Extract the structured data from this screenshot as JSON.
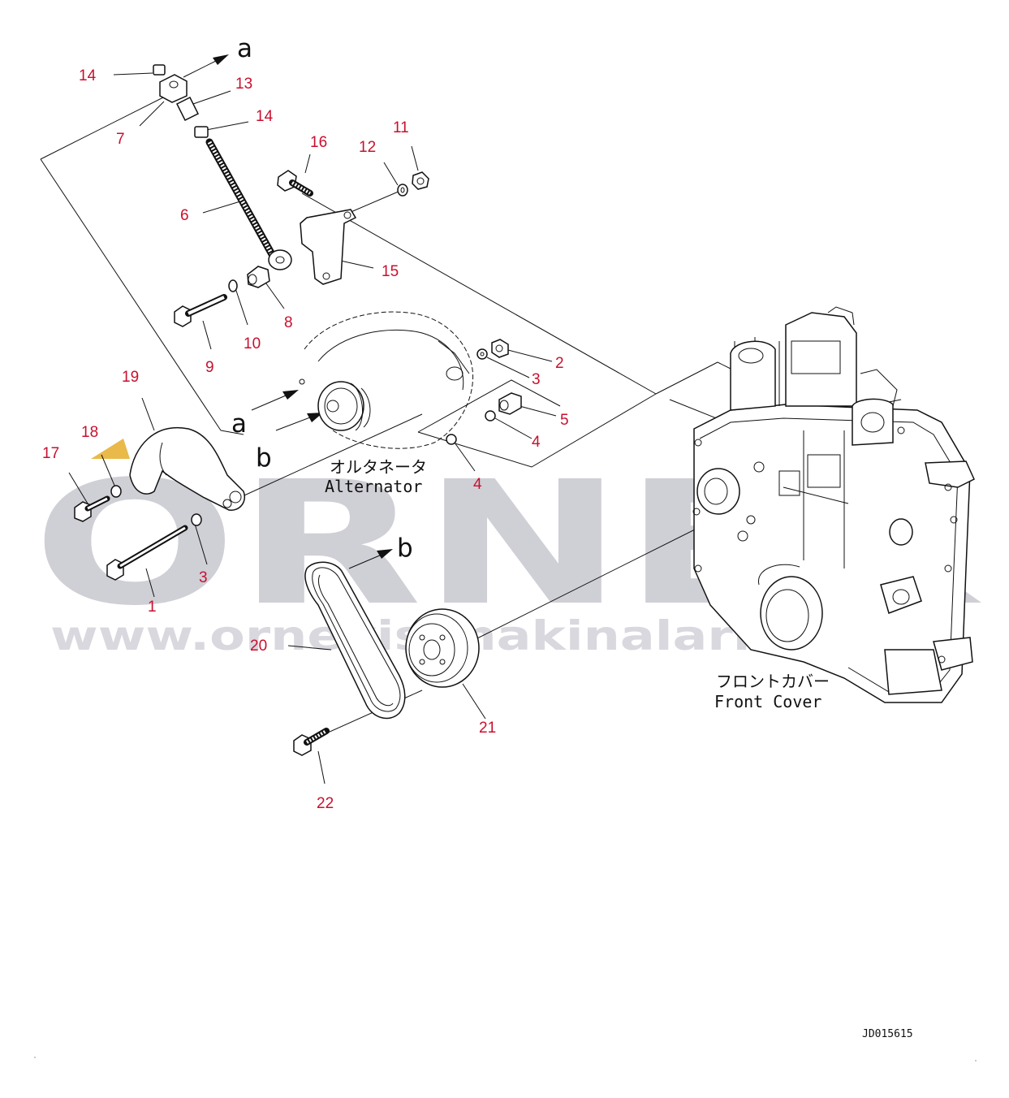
{
  "watermark": {
    "brand": "ORNEK",
    "url": "www.ornekis makinalari.com.tr"
  },
  "labels": {
    "alternator_jp": "オルタネータ",
    "alternator_en": "Alternator",
    "front_cover_jp": "フロントカバー",
    "front_cover_en": "Front Cover",
    "drawing_code": "JD015615"
  },
  "references": {
    "a": "a",
    "b": "b"
  },
  "callouts": [
    {
      "id": "c14a",
      "text": "14"
    },
    {
      "id": "c13",
      "text": "13"
    },
    {
      "id": "c7",
      "text": "7"
    },
    {
      "id": "c14b",
      "text": "14"
    },
    {
      "id": "c16",
      "text": "16"
    },
    {
      "id": "c12",
      "text": "12"
    },
    {
      "id": "c11",
      "text": "11"
    },
    {
      "id": "c6",
      "text": "6"
    },
    {
      "id": "c15",
      "text": "15"
    },
    {
      "id": "c8",
      "text": "8"
    },
    {
      "id": "c10",
      "text": "10"
    },
    {
      "id": "c9",
      "text": "9"
    },
    {
      "id": "c2",
      "text": "2"
    },
    {
      "id": "c3a",
      "text": "3"
    },
    {
      "id": "c5",
      "text": "5"
    },
    {
      "id": "c4a",
      "text": "4"
    },
    {
      "id": "c4b",
      "text": "4"
    },
    {
      "id": "c19",
      "text": "19"
    },
    {
      "id": "c18",
      "text": "18"
    },
    {
      "id": "c17",
      "text": "17"
    },
    {
      "id": "c3b",
      "text": "3"
    },
    {
      "id": "c1",
      "text": "1"
    },
    {
      "id": "c20",
      "text": "20"
    },
    {
      "id": "c21",
      "text": "21"
    },
    {
      "id": "c22",
      "text": "22"
    }
  ]
}
